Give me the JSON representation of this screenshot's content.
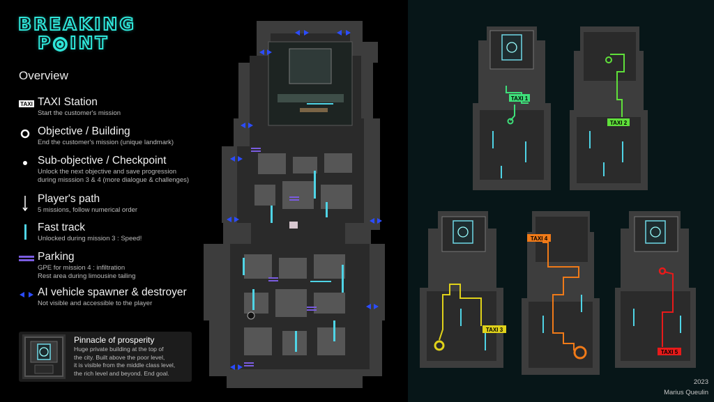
{
  "logo": {
    "line1": "BREAKING",
    "line2": "P◎INT"
  },
  "overview": {
    "title": "Overview"
  },
  "legend": [
    {
      "icon": "taxi-station-icon",
      "title": "TAXI Station",
      "desc": [
        "Start the customer's mission"
      ]
    },
    {
      "icon": "objective-ring-icon",
      "title": "Objective / Building",
      "desc": [
        "End the customer's mission (unique landmark)"
      ]
    },
    {
      "icon": "sub-objective-dot-icon",
      "title": "Sub-objective / Checkpoint",
      "desc": [
        "Unlock the next objective and save progression",
        "during misssion 3 & 4 (more dialogue & challenges)"
      ]
    },
    {
      "icon": "down-arrow-icon",
      "title": "Player's path",
      "desc": [
        "5 missions, follow numerical order"
      ]
    },
    {
      "icon": "fast-track-bar-icon",
      "title": "Fast track",
      "desc": [
        "Unlocked during mission 3 : Speed!"
      ]
    },
    {
      "icon": "parking-icon",
      "title": "Parking",
      "desc": [
        "GPE for mission 4 : infiltration",
        "Rest area during limousine tailing"
      ]
    },
    {
      "icon": "double-arrow-icon",
      "title": "AI vehicle spawner & destroyer",
      "desc": [
        "Not visible and accessible to the player"
      ]
    }
  ],
  "taxi_badge": "TAXI",
  "pinnacle": {
    "title": "Pinnacle of prosperity",
    "desc": [
      "Huge private building at the top of",
      "the city. Built above the poor level,",
      "it is visible from the middle class level,",
      "the rich level and beyond. End goal."
    ]
  },
  "missions": [
    {
      "label": "TAXI 1",
      "color": "#3ee07a"
    },
    {
      "label": "TAXI 2",
      "color": "#5fe03a"
    },
    {
      "label": "TAXI 3",
      "color": "#e0d21a"
    },
    {
      "label": "TAXI 4",
      "color": "#f07a18"
    },
    {
      "label": "TAXI 5",
      "color": "#e81a1a"
    }
  ],
  "colors": {
    "accent": "#2fe6d9",
    "fast_track": "#4fd4e6",
    "parking": "#7a5ce0",
    "spawner": "#1a3adb",
    "map_gray": "#4a4a4a",
    "right_bg": "#071618"
  },
  "credit": {
    "year": "2023",
    "name": "Marius Queulin"
  }
}
